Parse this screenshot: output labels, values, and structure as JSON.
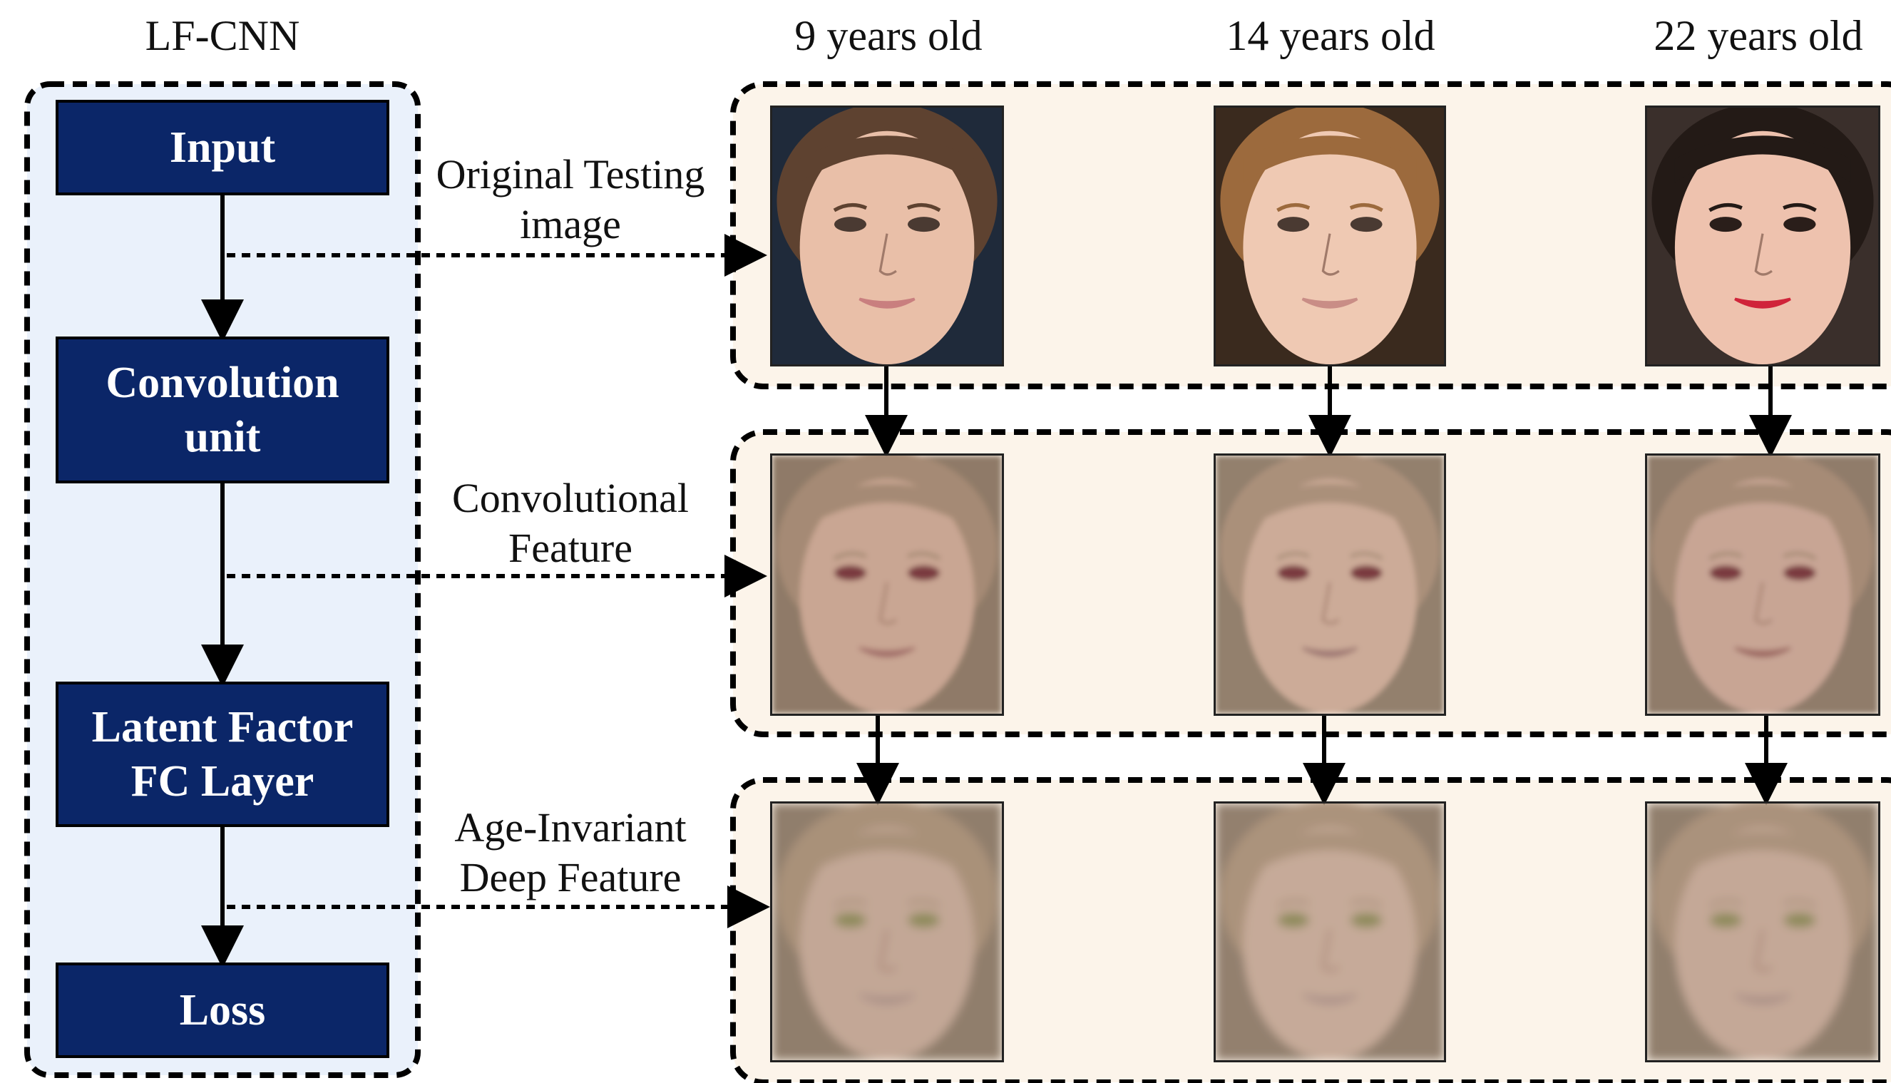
{
  "lfcnn": {
    "title": "LF-CNN",
    "blocks": [
      {
        "line1": "Input",
        "line2": ""
      },
      {
        "line1": "Convolution",
        "line2": "unit"
      },
      {
        "line1": "Latent Factor",
        "line2": "FC Layer"
      },
      {
        "line1": "Loss",
        "line2": ""
      }
    ]
  },
  "row_labels": [
    {
      "line1": "Original Testing",
      "line2": "image"
    },
    {
      "line1": "Convolutional",
      "line2": "Feature"
    },
    {
      "line1": "Age-Invariant",
      "line2": "Deep Feature"
    }
  ],
  "age_columns": [
    "9 years old",
    "14 years old",
    "22 years old"
  ],
  "rows": [
    {
      "name": "original",
      "faces": [
        {
          "skin": "#e9bfa8",
          "hair": "#5e4230",
          "bg": "#1f2a3a",
          "lips": "#c97f7f",
          "eyes": "#4a3a32"
        },
        {
          "skin": "#efc9b3",
          "hair": "#9c6a3d",
          "bg": "#3a2a1e",
          "lips": "#c98d86",
          "eyes": "#4a3a32"
        },
        {
          "skin": "#eec2ae",
          "hair": "#231a16",
          "bg": "#3a2f2b",
          "lips": "#d0243a",
          "eyes": "#2a1e1a"
        }
      ]
    },
    {
      "name": "convolutional-feature",
      "faces": [
        {
          "skin": "#c9a693",
          "hair": "#a58a74",
          "bg": "#8f7a68",
          "lips": "#a36f6a",
          "eyes": "#7a3a3f"
        },
        {
          "skin": "#ccab98",
          "hair": "#aa907a",
          "bg": "#93806d",
          "lips": "#a07a74",
          "eyes": "#7a3a3f"
        },
        {
          "skin": "#c8a594",
          "hair": "#a68b76",
          "bg": "#907b6a",
          "lips": "#9e6a64",
          "eyes": "#7a3a40"
        }
      ]
    },
    {
      "name": "age-invariant-deep-feature",
      "faces": [
        {
          "skin": "#c3a796",
          "hair": "#a99179",
          "bg": "#907e6c",
          "lips": "#a88e86",
          "eyes": "#8e8a5a"
        },
        {
          "skin": "#c6aa99",
          "hair": "#ab937c",
          "bg": "#93806e",
          "lips": "#a98f87",
          "eyes": "#8e8a5a"
        },
        {
          "skin": "#c4a897",
          "hair": "#aa927b",
          "bg": "#917f6d",
          "lips": "#a78d85",
          "eyes": "#8e8a5a"
        }
      ]
    }
  ],
  "colors": {
    "left_panel_fill": "#eaf1fb",
    "right_panel_fill": "#fcf4ea",
    "block_fill": "#0b2668",
    "stroke": "#000000"
  }
}
